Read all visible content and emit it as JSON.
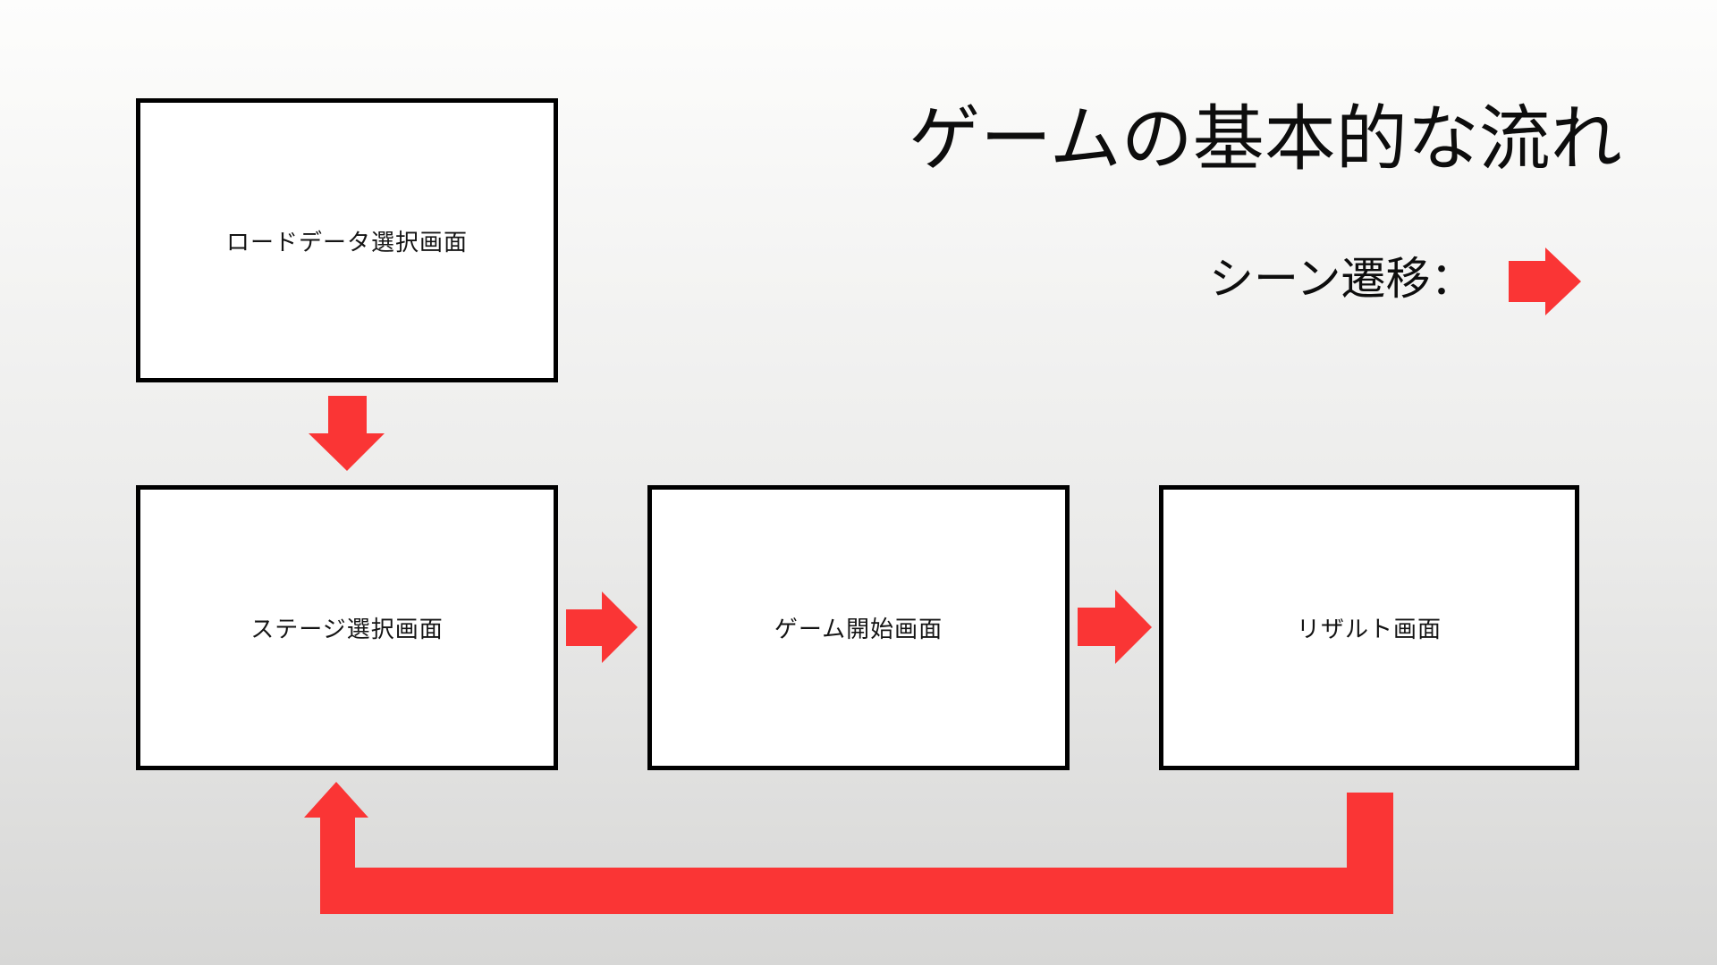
{
  "title": "ゲームの基本的な流れ",
  "legend": {
    "label": "シーン遷移：",
    "icon": "right-arrow-icon"
  },
  "boxes": [
    {
      "id": "load-data-select-screen",
      "label": "ロードデータ選択画面"
    },
    {
      "id": "stage-select-screen",
      "label": "ステージ選択画面"
    },
    {
      "id": "game-start-screen",
      "label": "ゲーム開始画面"
    },
    {
      "id": "result-screen",
      "label": "リザルト画面"
    }
  ],
  "transitions": [
    {
      "from": "ロードデータ選択画面",
      "to": "ステージ選択画面",
      "direction": "down"
    },
    {
      "from": "ステージ選択画面",
      "to": "ゲーム開始画面",
      "direction": "right"
    },
    {
      "from": "ゲーム開始画面",
      "to": "リザルト画面",
      "direction": "right"
    },
    {
      "from": "リザルト画面",
      "to": "ステージ選択画面",
      "direction": "loop-back-up"
    }
  ],
  "colors": {
    "arrow_red": "#fa3535",
    "box_border": "#000000",
    "box_fill": "#ffffff",
    "text_dark": "#0d0d0d",
    "bg_top": "#fdfdfc",
    "bg_bottom": "#d7d7d6"
  }
}
